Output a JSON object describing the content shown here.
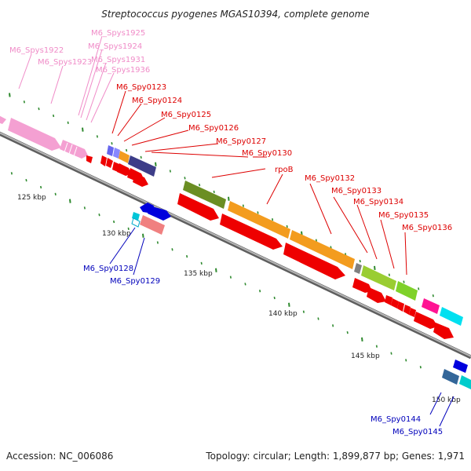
{
  "title": "Streptococcus pyogenes MGAS10394, complete genome",
  "footer": {
    "accession": "Accession: NC_006086",
    "info": "Topology: circular; Length: 1,899,877 bp; Genes: 1,971"
  },
  "colors": {
    "backbone": "#8a8a8a",
    "tick": "#2f8a2f",
    "rna_label": "#f08cc8",
    "fwd_label": "#dd0000",
    "rev_label": "#0000bb",
    "cds_red": "#ee0000"
  },
  "kbp_labels": [
    "125 kbp",
    "130 kbp",
    "135 kbp",
    "140 kbp",
    "145 kbp",
    "150 kbp"
  ],
  "labels_rna": [
    "M6_Spys1922",
    "M6_Spys1923",
    "M6_Spys1925",
    "M6_Spys1924",
    "M6_Spys1931",
    "M6_Spys1936"
  ],
  "labels_fwd": [
    "M6_Spy0123",
    "M6_Spy0124",
    "M6_Spy0125",
    "M6_Spy0126",
    "M6_Spy0127",
    "M6_Spy0130",
    "rpoB",
    "M6_Spy0132",
    "M6_Spy0133",
    "M6_Spy0134",
    "M6_Spy0135",
    "M6_Spy0136"
  ],
  "labels_rev": [
    "M6_Spy0128",
    "M6_Spy0129",
    "M6_Spy0144",
    "M6_Spy0145"
  ]
}
